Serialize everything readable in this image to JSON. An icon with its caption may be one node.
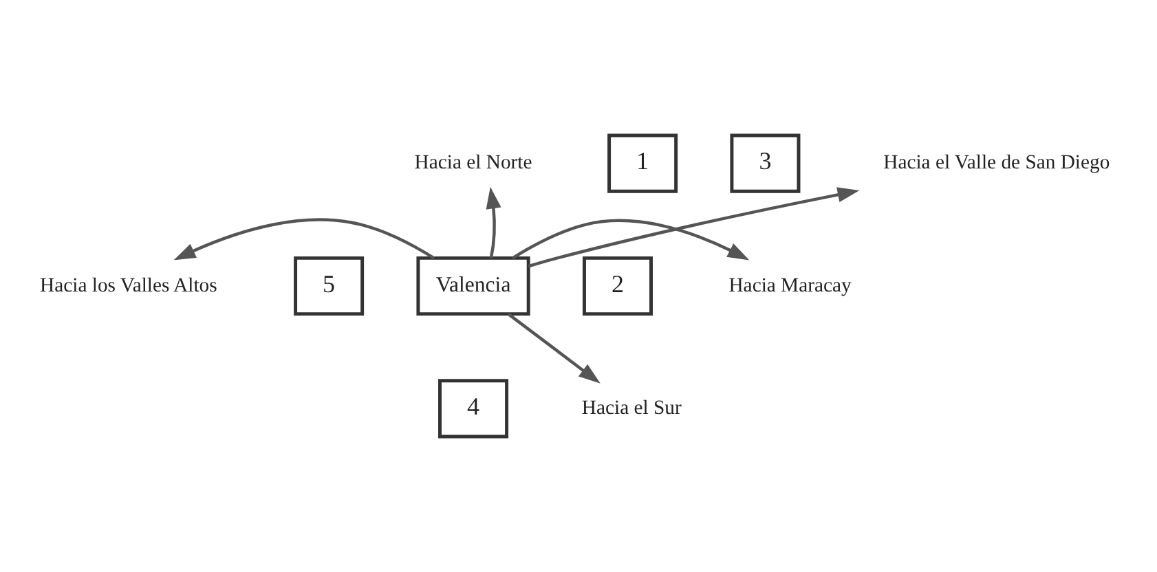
{
  "diagram": {
    "nodes": [
      {
        "text": [
          "Hacia el Norte"
        ]
      },
      {
        "text": [
          "1"
        ]
      },
      {
        "text": [
          "3"
        ]
      },
      {
        "text": [
          "Hacia el Valle de San Diego"
        ]
      },
      {
        "text": [
          "Valencia"
        ]
      },
      {
        "text": [
          "5"
        ]
      },
      {
        "text": [
          "Hacia Maracay"
        ]
      },
      {
        "text": [
          "2"
        ]
      },
      {
        "text": [
          "Hacia los Valles Altos"
        ]
      },
      {
        "text": [
          "4"
        ]
      },
      {
        "text": [
          "Hacia el Sur"
        ]
      }
    ],
    "edges": [
      {
        "from": 4,
        "to": 0,
        "arrow": "to"
      },
      {
        "from": 4,
        "to": 3,
        "arrow": "to"
      },
      {
        "from": 4,
        "to": 6,
        "arrow": "to"
      },
      {
        "from": 4,
        "to": 8,
        "arrow": "to"
      },
      {
        "from": 4,
        "to": 10,
        "arrow": "to"
      }
    ]
  }
}
